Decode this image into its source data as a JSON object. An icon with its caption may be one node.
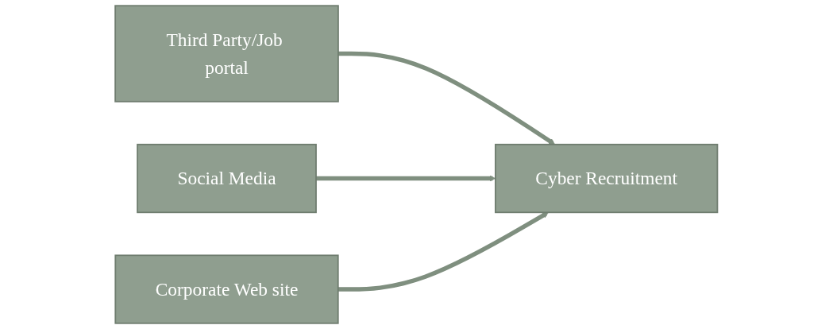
{
  "diagram": {
    "nodes": [
      {
        "text": [
          "Third Party/Job portal"
        ]
      },
      {
        "text": [
          "Social Media"
        ]
      },
      {
        "text": [
          "Corporate Web site"
        ]
      },
      {
        "text": [
          "Cyber Recruitment"
        ]
      }
    ],
    "edges": [
      {
        "from": 0,
        "to": 3,
        "arrow": "to"
      },
      {
        "from": 1,
        "to": 3,
        "arrow": "to"
      },
      {
        "from": 2,
        "to": 3,
        "arrow": "to"
      }
    ]
  }
}
